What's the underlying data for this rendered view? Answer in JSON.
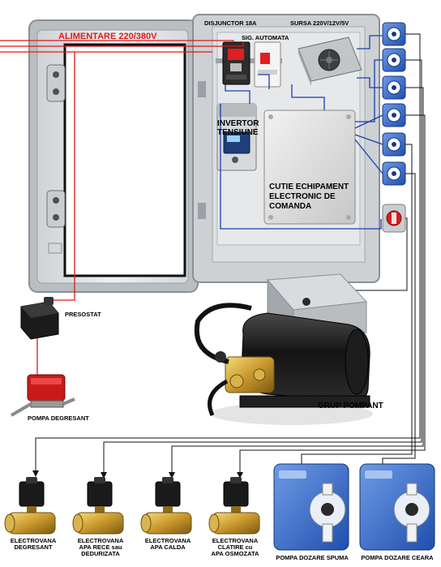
{
  "panel": {
    "supply": "ALIMENTARE 220/380V",
    "breaker": "DISJUNCTOR 18A",
    "auto_fuse": "SIG. AUTOMATA",
    "psu": "SURSA 220V/12V/5V",
    "inverter": "INVERTOR\nTENSIUNE",
    "control_box": "CUTIE ECHIPAMENT\nELECTRONIC DE\nCOMANDA"
  },
  "devices": {
    "pressure_switch": "PRESOSTAT",
    "degreaser_pump": "POMPA DEGRESANT",
    "pump_group": "GRUP  POMPANT"
  },
  "valves": [
    {
      "label": "ELECTROVANA\nDEGRESANT"
    },
    {
      "label": "ELECTROVANA\nAPA RECE sau\nDEDURIZATA"
    },
    {
      "label": "ELECTROVANA\nAPA CALDA"
    },
    {
      "label": "ELECTROVANA\nCLATIRE cu\nAPA OSMOZATA"
    }
  ],
  "dosing_pumps": [
    {
      "label": "POMPA DOZARE SPUMA"
    },
    {
      "label": "POMPA DOZARE CEARA"
    }
  ],
  "colors": {
    "supply_wire": "#e01818",
    "signal_wire": "#1a3fb0",
    "control_wire": "#111111"
  }
}
